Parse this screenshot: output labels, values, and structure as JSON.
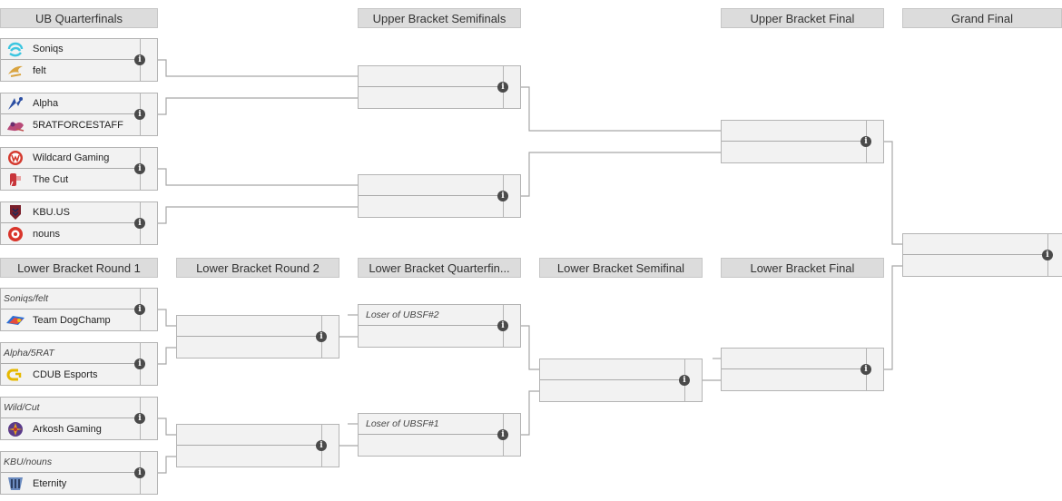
{
  "headers": {
    "ubqf": "UB Quarterfinals",
    "ubsf": "Upper Bracket Semifinals",
    "ubf": "Upper Bracket Final",
    "gf": "Grand Final",
    "lbr1": "Lower Bracket Round 1",
    "lbr2": "Lower Bracket Round 2",
    "lbqf": "Lower Bracket Quarterfin...",
    "lbsf": "Lower Bracket Semifinal",
    "lbf": "Lower Bracket Final"
  },
  "ub_quarterfinals": [
    {
      "team1": "Soniqs",
      "team2": "felt"
    },
    {
      "team1": "Alpha",
      "team2": "5RATFORCESTAFF"
    },
    {
      "team1": "Wildcard Gaming",
      "team2": "The Cut"
    },
    {
      "team1": "KBU.US",
      "team2": "nouns"
    }
  ],
  "lb_round1": [
    {
      "placeholder": "Soniqs/felt",
      "team": "Team DogChamp"
    },
    {
      "placeholder": "Alpha/5RAT",
      "team": "CDUB Esports"
    },
    {
      "placeholder": "Wild/Cut",
      "team": "Arkosh Gaming"
    },
    {
      "placeholder": "KBU/nouns",
      "team": "Eternity"
    }
  ],
  "lb_quarterfinals": [
    {
      "placeholder": "Loser of UBSF#2"
    },
    {
      "placeholder": "Loser of UBSF#1"
    }
  ],
  "info_glyph": "i",
  "colors": {
    "header_bg": "#dcdcdc",
    "match_bg": "#f2f2f2",
    "connector": "#a8a8a8",
    "info_icon": "#4a4a4a"
  }
}
